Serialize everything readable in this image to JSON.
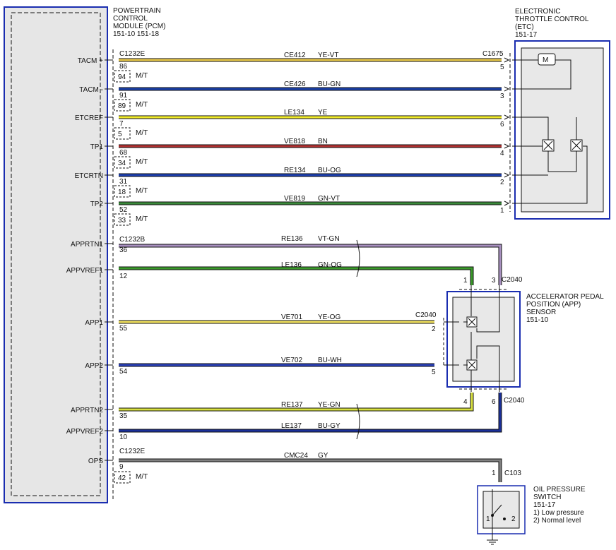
{
  "pcm": {
    "title": [
      "POWERTRAIN",
      "CONTROL",
      "MODULE (PCM)",
      "151-10  151-18"
    ]
  },
  "etc": {
    "title": [
      "ELECTRONIC",
      "THROTTLE CONTROL",
      "(ETC)",
      "151-17"
    ]
  },
  "app": {
    "title": [
      "ACCELERATOR PEDAL",
      "POSITION (APP)",
      "SENSOR",
      "151-10"
    ]
  },
  "ops": {
    "title": [
      "OIL PRESSURE",
      "SWITCH",
      "151-17",
      "1) Low pressure",
      "2) Normal level"
    ],
    "pin1": "1",
    "pin2": "2"
  },
  "connectors": {
    "c1232e_top": "C1232E",
    "c1675": "C1675",
    "c1232b": "C1232B",
    "c2040": "C2040",
    "c1232e_bottom": "C1232E",
    "c103": "C103"
  },
  "mt_label": "M/T",
  "colors": {
    "YE-VT": "#e8c84a",
    "BU-GN": "#1a3fa8",
    "YE": "#f0ea2a",
    "BN": "#b03030",
    "BU-OG": "#1c3fb0",
    "GN-VT": "#3a8a3a",
    "VT-GN": "#a890c0",
    "GN-OG": "#3a9a2a",
    "YE-OG": "#f0e060",
    "BU-WH": "#2a40b8",
    "YE-GN": "#d8e040",
    "BU-GY": "#1a2f98",
    "GY": "#808080",
    "frame": "#1a2db0"
  },
  "wires": [
    {
      "signal": "TACM +",
      "circuit": "CE412",
      "color": "YE-VT",
      "pcm_pin": "86",
      "mt_pin": "94",
      "etc_pin": "5"
    },
    {
      "signal": "TACM -",
      "circuit": "CE426",
      "color": "BU-GN",
      "pcm_pin": "91",
      "mt_pin": "89",
      "etc_pin": "3"
    },
    {
      "signal": "ETCREF",
      "circuit": "LE134",
      "color": "YE",
      "pcm_pin": "7",
      "mt_pin": "5",
      "etc_pin": "6"
    },
    {
      "signal": "TP1",
      "circuit": "VE818",
      "color": "BN",
      "pcm_pin": "68",
      "mt_pin": "34",
      "etc_pin": "4"
    },
    {
      "signal": "ETCRTN",
      "circuit": "RE134",
      "color": "BU-OG",
      "pcm_pin": "31",
      "mt_pin": "18",
      "etc_pin": "2"
    },
    {
      "signal": "TP2",
      "circuit": "VE819",
      "color": "GN-VT",
      "pcm_pin": "52",
      "mt_pin": "33",
      "etc_pin": "1"
    },
    {
      "signal": "APPRTN1",
      "circuit": "RE136",
      "color": "VT-GN",
      "pcm_pin": "36",
      "app_pin": "3"
    },
    {
      "signal": "APPVREF1",
      "circuit": "LE136",
      "color": "GN-OG",
      "pcm_pin": "12",
      "app_pin": "1"
    },
    {
      "signal": "APP1",
      "circuit": "VE701",
      "color": "YE-OG",
      "pcm_pin": "55",
      "app_pin": "2"
    },
    {
      "signal": "APP2",
      "circuit": "VE702",
      "color": "BU-WH",
      "pcm_pin": "54",
      "app_pin": "5"
    },
    {
      "signal": "APPRTN2",
      "circuit": "RE137",
      "color": "YE-GN",
      "pcm_pin": "35",
      "app_pin": "4"
    },
    {
      "signal": "APPVREF2",
      "circuit": "LE137",
      "color": "BU-GY",
      "pcm_pin": "10",
      "app_pin": "6"
    },
    {
      "signal": "OPS",
      "circuit": "CMC24",
      "color": "GY",
      "pcm_pin": "9",
      "mt_pin": "42",
      "ops_pin": "1"
    }
  ]
}
